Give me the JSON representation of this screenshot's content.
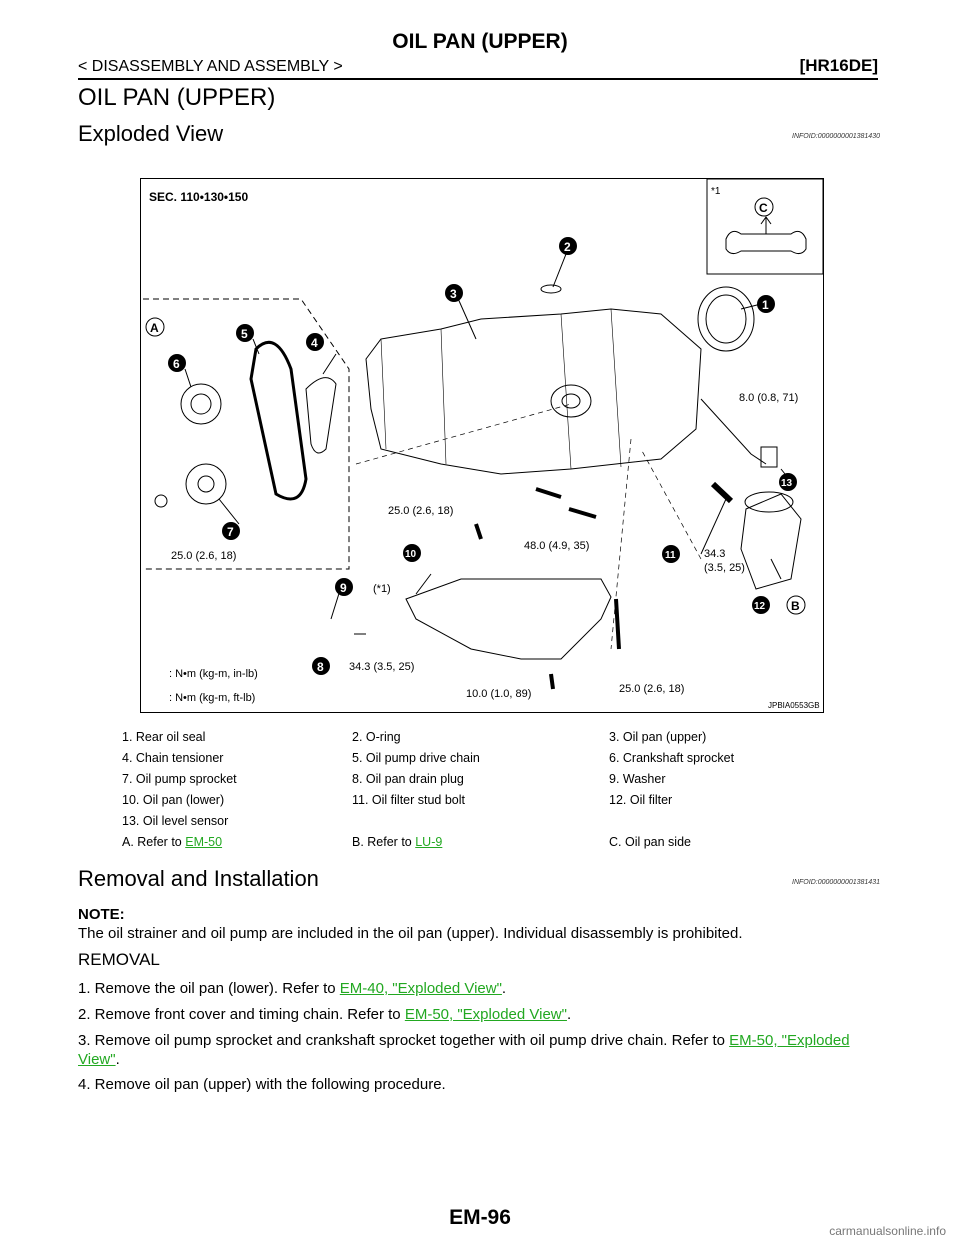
{
  "header": {
    "title": "OIL PAN (UPPER)",
    "section": "< DISASSEMBLY AND ASSEMBLY >",
    "engine": "[HR16DE]"
  },
  "page_heading": "OIL PAN (UPPER)",
  "exploded": {
    "title": "Exploded View",
    "infoid": "INFOID:0000000001381430"
  },
  "figure": {
    "sec": "SEC. 110•130•150",
    "inset_label": "*1",
    "code": "JPBIA0553GB",
    "callouts": [
      "1",
      "2",
      "3",
      "4",
      "5",
      "6",
      "7",
      "8",
      "9",
      "10",
      "11",
      "12",
      "13"
    ],
    "letters": [
      "A",
      "B",
      "C"
    ],
    "torques": {
      "t1": "8.0 (0.8, 71)",
      "t2": "25.0 (2.6, 18)",
      "t3": "48.0 (4.9, 35)",
      "t4a": "34.3",
      "t4b": "(3.5, 25)",
      "t5": "25.0 (2.6, 18)",
      "t6": "(*1)",
      "t7": "34.3 (3.5, 25)",
      "t8": "10.0 (1.0, 89)",
      "t9": "25.0 (2.6, 18)"
    },
    "units": {
      "nm_inlb": ": N•m (kg-m, in-lb)",
      "nm_ftlb": ": N•m (kg-m, ft-lb)"
    }
  },
  "legend": [
    [
      "1. Rear oil seal",
      "2. O-ring",
      "3. Oil pan (upper)"
    ],
    [
      "4. Chain tensioner",
      "5. Oil pump drive chain",
      "6. Crankshaft sprocket"
    ],
    [
      "7. Oil pump sprocket",
      "8. Oil pan drain plug",
      "9. Washer"
    ],
    [
      "10. Oil pan (lower)",
      "11. Oil filter stud bolt",
      "12. Oil filter"
    ],
    [
      "13. Oil level sensor",
      "",
      ""
    ]
  ],
  "legend_refs": {
    "a_prefix": "A. Refer to ",
    "a_link": "EM-50",
    "b_prefix": "B. Refer to ",
    "b_link": "LU-9",
    "c_text": "C. Oil pan side"
  },
  "removal_installation": {
    "title": "Removal and Installation",
    "infoid": "INFOID:0000000001381431"
  },
  "note": {
    "label": "NOTE:",
    "text": "The oil strainer and oil pump are included in the oil pan (upper). Individual disassembly is prohibited."
  },
  "removal": {
    "heading": "REMOVAL",
    "steps": [
      {
        "prefix": "1. Remove the oil pan (lower). Refer to ",
        "link": "EM-40, \"Exploded View\"",
        "suffix": "."
      },
      {
        "prefix": "2. Remove front cover and timing chain. Refer to ",
        "link": "EM-50, \"Exploded View\"",
        "suffix": "."
      },
      {
        "prefix": "3. Remove oil pump sprocket and crankshaft sprocket together with oil pump drive chain. Refer to ",
        "link": "EM-50, \"Exploded View\"",
        "suffix": "."
      },
      {
        "prefix": "4. Remove oil pan (upper) with the following procedure.",
        "link": "",
        "suffix": ""
      }
    ]
  },
  "footer": {
    "page": "EM-96"
  },
  "watermark": "carmanualsonline.info"
}
